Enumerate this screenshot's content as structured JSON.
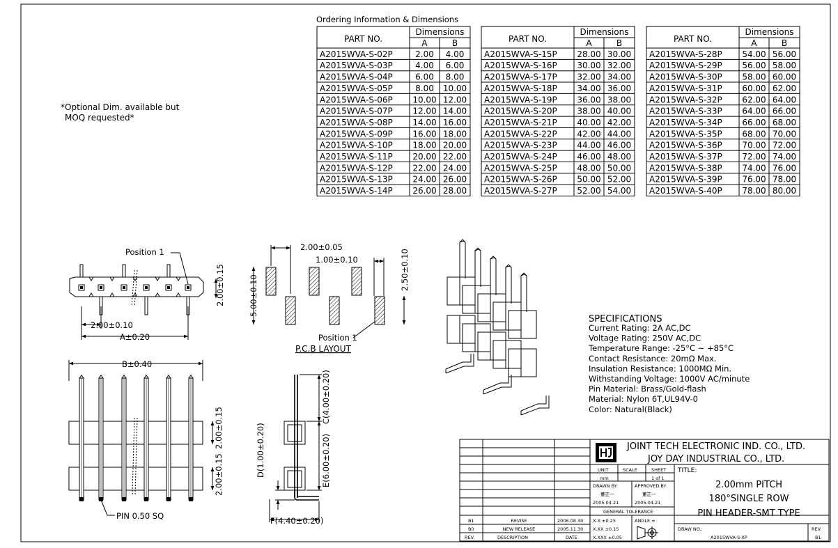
{
  "ordering": {
    "heading": "Ordering Information & Dimensions",
    "header_part": "PART NO.",
    "header_dims": "Dimensions",
    "header_a": "A",
    "header_b": "B",
    "groups": [
      [
        [
          "A2015WVA-S-02P",
          "2.00",
          "4.00"
        ],
        [
          "A2015WVA-S-03P",
          "4.00",
          "6.00"
        ],
        [
          "A2015WVA-S-04P",
          "6.00",
          "8.00"
        ],
        [
          "A2015WVA-S-05P",
          "8.00",
          "10.00"
        ],
        [
          "A2015WVA-S-06P",
          "10.00",
          "12.00"
        ],
        [
          "A2015WVA-S-07P",
          "12.00",
          "14.00"
        ],
        [
          "A2015WVA-S-08P",
          "14.00",
          "16.00"
        ],
        [
          "A2015WVA-S-09P",
          "16.00",
          "18.00"
        ],
        [
          "A2015WVA-S-10P",
          "18.00",
          "20.00"
        ],
        [
          "A2015WVA-S-11P",
          "20.00",
          "22.00"
        ],
        [
          "A2015WVA-S-12P",
          "22.00",
          "24.00"
        ],
        [
          "A2015WVA-S-13P",
          "24.00",
          "26.00"
        ],
        [
          "A2015WVA-S-14P",
          "26.00",
          "28.00"
        ]
      ],
      [
        [
          "A2015WVA-S-15P",
          "28.00",
          "30.00"
        ],
        [
          "A2015WVA-S-16P",
          "30.00",
          "32.00"
        ],
        [
          "A2015WVA-S-17P",
          "32.00",
          "34.00"
        ],
        [
          "A2015WVA-S-18P",
          "34.00",
          "36.00"
        ],
        [
          "A2015WVA-S-19P",
          "36.00",
          "38.00"
        ],
        [
          "A2015WVA-S-20P",
          "38.00",
          "40.00"
        ],
        [
          "A2015WVA-S-21P",
          "40.00",
          "42.00"
        ],
        [
          "A2015WVA-S-22P",
          "42.00",
          "44.00"
        ],
        [
          "A2015WVA-S-23P",
          "44.00",
          "46.00"
        ],
        [
          "A2015WVA-S-24P",
          "46.00",
          "48.00"
        ],
        [
          "A2015WVA-S-25P",
          "48.00",
          "50.00"
        ],
        [
          "A2015WVA-S-26P",
          "50.00",
          "52.00"
        ],
        [
          "A2015WVA-S-27P",
          "52.00",
          "54.00"
        ]
      ],
      [
        [
          "A2015WVA-S-28P",
          "54.00",
          "56.00"
        ],
        [
          "A2015WVA-S-29P",
          "56.00",
          "58.00"
        ],
        [
          "A2015WVA-S-30P",
          "58.00",
          "60.00"
        ],
        [
          "A2015WVA-S-31P",
          "60.00",
          "62.00"
        ],
        [
          "A2015WVA-S-32P",
          "62.00",
          "64.00"
        ],
        [
          "A2015WVA-S-33P",
          "64.00",
          "66.00"
        ],
        [
          "A2015WVA-S-34P",
          "66.00",
          "68.00"
        ],
        [
          "A2015WVA-S-35P",
          "68.00",
          "70.00"
        ],
        [
          "A2015WVA-S-36P",
          "70.00",
          "72.00"
        ],
        [
          "A2015WVA-S-37P",
          "72.00",
          "74.00"
        ],
        [
          "A2015WVA-S-38P",
          "74.00",
          "76.00"
        ],
        [
          "A2015WVA-S-39P",
          "76.00",
          "78.00"
        ],
        [
          "A2015WVA-S-40P",
          "78.00",
          "80.00"
        ]
      ]
    ]
  },
  "note": {
    "line1": "*Optional Dim. available but",
    "line2": "MOQ requested*"
  },
  "top_view": {
    "position_label": "Position 1",
    "dim_pitch": "2.00±0.10",
    "dim_a": "A±0.20",
    "dim_height": "2.00±0.15"
  },
  "pcb": {
    "dim_pitch": "2.00±0.05",
    "dim_pad_w": "1.00±0.10",
    "dim_pad_h": "2.50±0.10",
    "dim_row": "5.00±0.10",
    "position_label": "Position 1",
    "title": "P.C.B LAYOUT"
  },
  "front_view": {
    "dim_b": "B±0.40",
    "dim_upper": "2.00±0.15",
    "dim_lower": "2.00±0.15",
    "pin_label": "PIN 0.50 SQ"
  },
  "side_view": {
    "dim_c": "C(4.00±0.20)",
    "dim_e": "E(6.00±0.20)",
    "dim_d": "D(1.00±0.20)",
    "dim_f": "F(4.40±0.20)"
  },
  "specs": {
    "title": "SPECIFICATIONS",
    "lines": [
      "Current Rating: 2A AC,DC",
      "Voltage Rating: 250V AC,DC",
      "Temperature Range: -25°C ~ +85°C",
      "Contact Resistance: 20mΩ Max.",
      "Insulation Resistance: 1000MΩ Min.",
      "Withstanding Voltage: 1000V AC/minute",
      "Pin Material: Brass/Gold-flash",
      "Material: Nylon 6T,UL94V-0",
      "Color: Natural(Black)"
    ]
  },
  "title_block": {
    "company1": "JOINT TECH ELECTRONIC IND. CO., LTD.",
    "company2": "JOY DAY INDUSTRIAL CO., LTD.",
    "unit_label": "UNIT",
    "scale_label": "SCALE",
    "sheet_label": "SHEET",
    "unit_value": "mm",
    "sheet_value": "1 of 1",
    "drawn_by_label": "DRAWN BY",
    "approved_by_label": "APPROVED BY",
    "drawn_by": "董正一",
    "approved_by": "董正一",
    "drawn_date": "2005.04.21",
    "approved_date": "2005.04.21",
    "gen_tol": "GENERAL TOLERANCE",
    "tol1": "X.X ±0.25",
    "tol2": "X.XX ±0.15",
    "tol3": "X.XXX ±0.05",
    "angle": "ANGLE ±",
    "title_label": "TITLE:",
    "title1": "2.00mm PITCH",
    "title2": "180°SINGLE ROW",
    "title3": "PIN HEADER-SMT TYPE",
    "drawno_label": "DRAW NO.:",
    "drawno": "A2015WVA-S-XP",
    "rev_label": "REV.",
    "rev_value": "B1",
    "revisions": [
      [
        "B1",
        "REVISE",
        "2006.08.30"
      ],
      [
        "B0",
        "NEW RELEASE",
        "2005.11.30"
      ]
    ],
    "rev_col": "REV.",
    "desc_col": "DESCRIPTION",
    "date_col": "DATE"
  }
}
